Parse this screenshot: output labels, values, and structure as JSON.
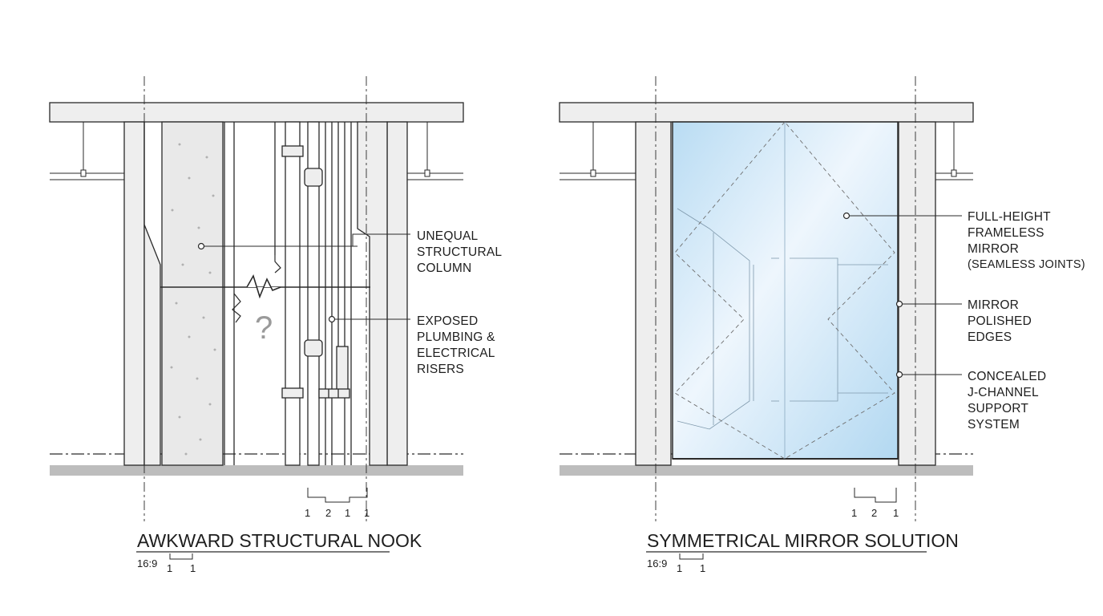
{
  "left_panel": {
    "title": "AWKWARD STRUCTURAL NOOK",
    "scale": "16:9",
    "scale_ticks": [
      "1",
      "1"
    ],
    "dimension_ticks": [
      "1",
      "2",
      "1",
      "1"
    ],
    "question_mark": "?",
    "callouts": [
      {
        "lines": [
          "UNEQUAL",
          "STRUCTURAL",
          "COLUMN"
        ]
      },
      {
        "lines": [
          "EXPOSED",
          "PLUMBING &",
          "ELECTRICAL",
          "RISERS"
        ]
      }
    ]
  },
  "right_panel": {
    "title": "SYMMETRICAL MIRROR SOLUTION",
    "scale": "16:9",
    "scale_ticks": [
      "1",
      "1"
    ],
    "dimension_ticks": [
      "1",
      "2",
      "1"
    ],
    "callouts": [
      {
        "lines": [
          "FULL-HEIGHT",
          "FRAMELESS",
          "MIRROR",
          "(SEAMLESS JOINTS)"
        ]
      },
      {
        "lines": [
          "MIRROR",
          "POLISHED",
          "EDGES"
        ]
      },
      {
        "lines": [
          "CONCEALED",
          "J-CHANNEL",
          "SUPPORT",
          "SYSTEM"
        ]
      }
    ]
  },
  "colors": {
    "line": "#2a2a2a",
    "wall_fill": "#eeeeee",
    "floor_fill": "#bdbdbd",
    "mirror_light": "#eef6fd",
    "mirror_blue": "#b9dcf3"
  }
}
